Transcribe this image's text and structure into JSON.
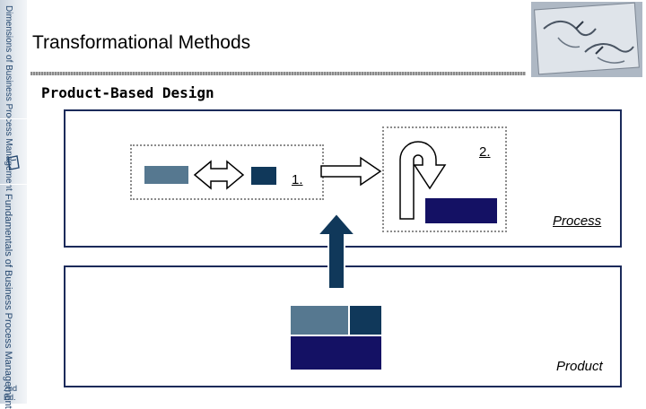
{
  "sidebar": {
    "top_text": "Dimensions of Business Process Management",
    "main_text": "Fundamentals of Business Process Management",
    "edition": "2nd Ed.",
    "icon": "book-icon"
  },
  "header": {
    "title": "Transformational Methods"
  },
  "logo": {
    "icon": "hands-drawing-image"
  },
  "subtitle": "Product-Based Design",
  "diagram": {
    "step1_label": "1.",
    "step2_label": "2.",
    "process_label": "Process",
    "product_label": "Product",
    "colors": {
      "slate": "#567890",
      "navy": "#10385a",
      "indigo": "#141164",
      "panel_border": "#1b2a5a"
    }
  }
}
